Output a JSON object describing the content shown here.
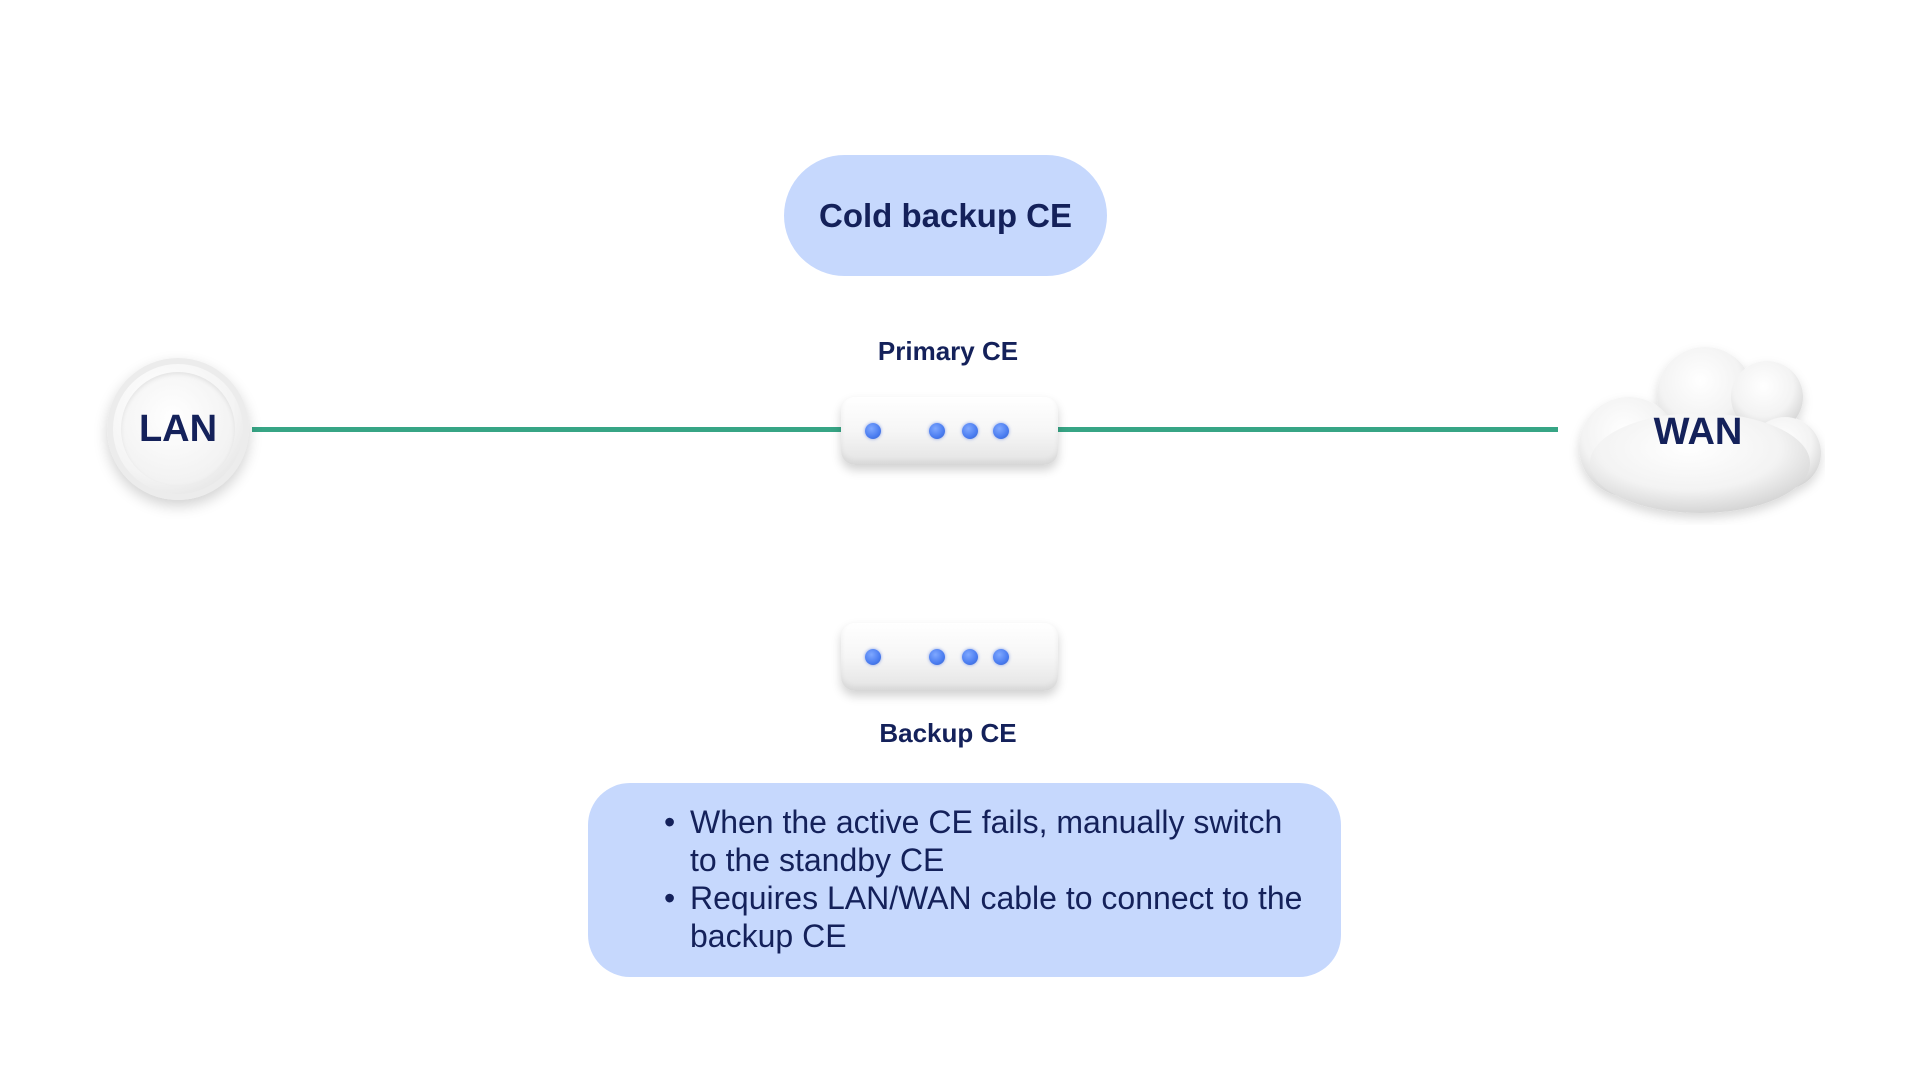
{
  "title": "Cold backup CE",
  "nodes": {
    "lan": "LAN",
    "wan": "WAN",
    "primary": "Primary CE",
    "backup": "Backup CE"
  },
  "notes": [
    "When the active CE fails, manually switch to the standby CE",
    "Requires LAN/WAN cable to connect to the backup CE"
  ],
  "colors": {
    "pill_background": "#c6d8fd",
    "text": "#14215a",
    "link_line": "#37a585",
    "led": "#4a7cf0"
  },
  "icons": {
    "lan": "disc-node-icon",
    "wan": "cloud-icon",
    "device": "router-icon"
  }
}
